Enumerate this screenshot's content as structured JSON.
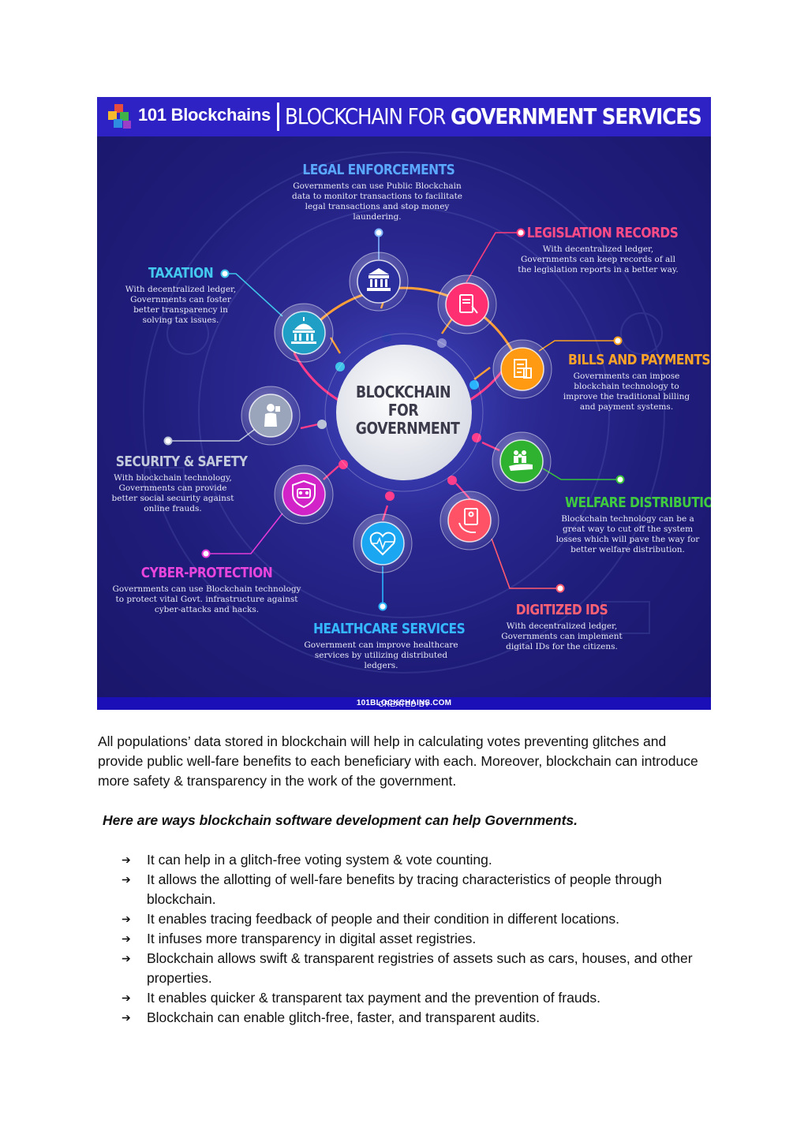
{
  "infographic": {
    "brand": "101 Blockchains",
    "title_light": "BLOCKCHAIN FOR ",
    "title_bold": "GOVERNMENT SERVICES",
    "center_lines": [
      "BLOCKCHAIN",
      "FOR",
      "GOVERNMENT"
    ],
    "footer_prefix": "CREATED BY ",
    "footer_site": "101BLOCKCHAINS.COM",
    "colors": {
      "banner": "#2e22c4",
      "legal": "#4aa3ff",
      "legislation": "#ff3d7a",
      "taxation": "#3fc3e8",
      "bills": "#ffa21f",
      "security": "#b9c2d6",
      "welfare": "#37c23a",
      "cyber": "#e23ad7",
      "digitized": "#ff5a6e",
      "healthcare": "#2ab4ff"
    },
    "services": {
      "legal": {
        "title": "LEGAL ENFORCEMENTS",
        "desc": "Governments can use Public Blockchain data to monitor transactions to facilitate legal transactions and stop money laundering.",
        "icon": "courthouse-icon"
      },
      "legislation": {
        "title": "LEGISLATION RECORDS",
        "desc": "With decentralized ledger, Governments can keep records of all the legislation reports in a better way.",
        "icon": "document-pen-icon"
      },
      "taxation": {
        "title": "TAXATION",
        "desc": "With decentralized ledger, Governments can foster better transparency in solving tax issues.",
        "icon": "capitol-building-icon"
      },
      "bills": {
        "title": "BILLS AND PAYMENTS",
        "desc": "Governments can impose blockchain technology to improve the traditional billing and payment systems.",
        "icon": "bill-receipt-icon"
      },
      "security": {
        "title": "SECURITY & SAFETY",
        "desc": "With blockchain technology, Governments can provide better social security against online frauds.",
        "icon": "security-guard-icon"
      },
      "welfare": {
        "title": "WELFARE DISTRIBUTION",
        "desc": "Blockchain technology can be a great way to cut off the system losses which will pave the way for better welfare distribution.",
        "icon": "family-hand-icon"
      },
      "cyber": {
        "title": "CYBER-PROTECTION",
        "desc": "Governments can use Blockchain technology to protect vital Govt. infrastructure against cyber-attacks and hacks.",
        "icon": "shield-robot-icon"
      },
      "digitized": {
        "title": "DIGITIZED IDS",
        "desc": "With decentralized ledger, Governments can implement digital IDs for the citizens.",
        "icon": "id-card-hand-icon"
      },
      "healthcare": {
        "title": "HEALTHCARE SERVICES",
        "desc": "Government can improve healthcare services by utilizing distributed ledgers.",
        "icon": "heart-pulse-icon"
      }
    }
  },
  "article": {
    "paragraph": "All populations’ data stored in blockchain will help in calculating votes preventing glitches and provide public well-fare benefits to each beneficiary with each. Moreover, blockchain can introduce more safety & transparency in the work of the government.",
    "lead": "Here are ways blockchain software development can help Governments.",
    "bullet_symbol": "➔",
    "bullets": [
      "It can help in a glitch-free voting system & vote counting.",
      "It allows the allotting of well-fare benefits by tracing characteristics of people through blockchain.",
      "It enables tracing feedback of people and their condition in different locations.",
      "It infuses more transparency in digital asset registries.",
      "Blockchain allows swift & transparent registries of assets such as cars, houses, and other properties.",
      "It enables quicker & transparent tax payment and the prevention of frauds.",
      "Blockchain can enable glitch-free, faster, and transparent audits."
    ]
  }
}
